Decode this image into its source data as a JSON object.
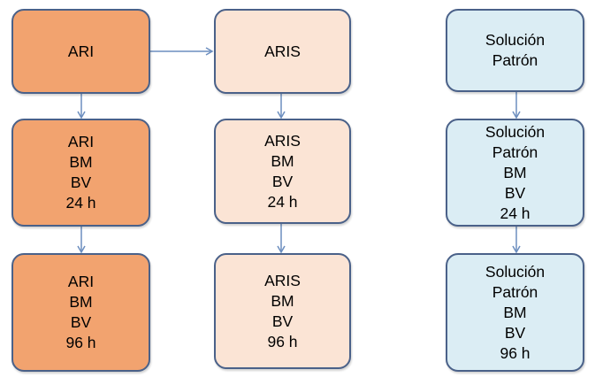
{
  "colors": {
    "box_border": "#4a6189",
    "arrow": "#6c8ebf",
    "ari_fill": "#f2a36f",
    "aris_fill": "#fbe4d5",
    "solucion_fill": "#dbedf4"
  },
  "columns": [
    {
      "id": "ari",
      "boxes": [
        {
          "lines": [
            "ARI"
          ]
        },
        {
          "lines": [
            "ARI",
            "BM",
            "BV",
            "24 h"
          ]
        },
        {
          "lines": [
            "ARI",
            "BM",
            "BV",
            "96 h"
          ]
        }
      ]
    },
    {
      "id": "aris",
      "boxes": [
        {
          "lines": [
            "ARIS"
          ]
        },
        {
          "lines": [
            "ARIS",
            "BM",
            "BV",
            "24 h"
          ]
        },
        {
          "lines": [
            "ARIS",
            "BM",
            "BV",
            "96 h"
          ]
        }
      ]
    },
    {
      "id": "solucion",
      "boxes": [
        {
          "lines": [
            "Solución",
            "Patrón"
          ]
        },
        {
          "lines": [
            "Solución",
            "Patrón",
            "BM",
            "BV",
            "24 h"
          ]
        },
        {
          "lines": [
            "Solución",
            "Patrón",
            "BM",
            "BV",
            "96 h"
          ]
        }
      ]
    }
  ],
  "edges": [
    {
      "from": "ari.0",
      "to": "aris.0"
    },
    {
      "from": "ari.0",
      "to": "ari.1"
    },
    {
      "from": "ari.1",
      "to": "ari.2"
    },
    {
      "from": "aris.0",
      "to": "aris.1"
    },
    {
      "from": "aris.1",
      "to": "aris.2"
    },
    {
      "from": "solucion.0",
      "to": "solucion.1"
    },
    {
      "from": "solucion.1",
      "to": "solucion.2"
    }
  ]
}
